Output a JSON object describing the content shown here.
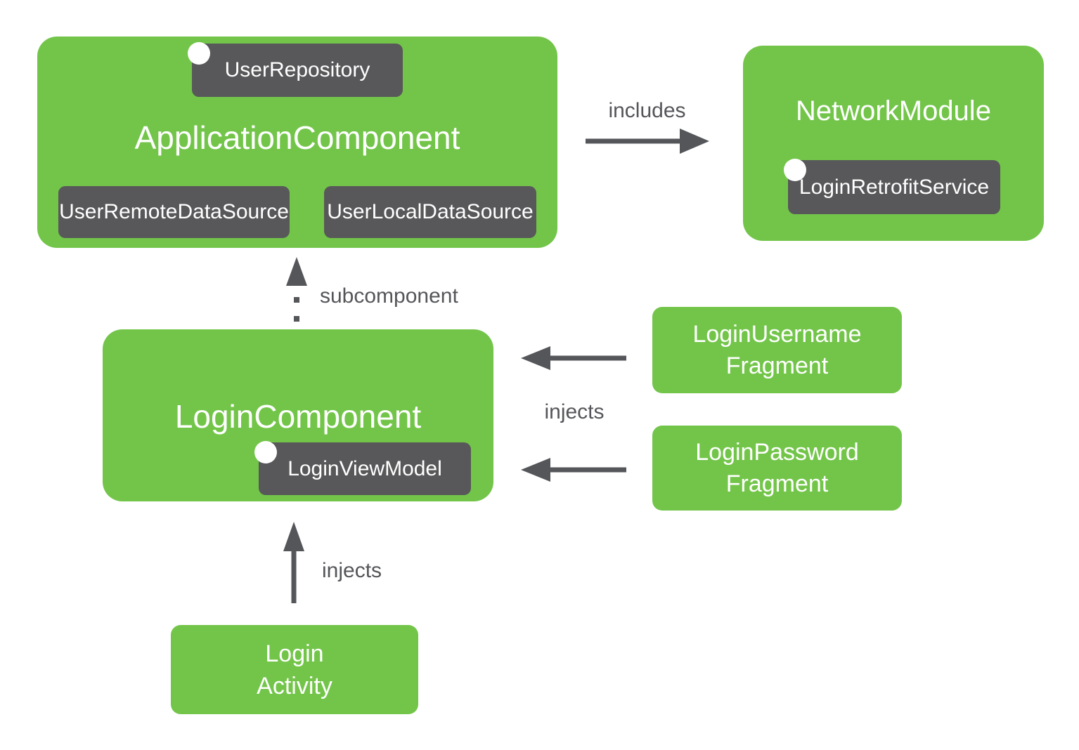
{
  "diagram": {
    "colors": {
      "component_green": "#73C54A",
      "badge_dark_gray": "#58585A",
      "arrow_gray": "#55565A",
      "dot_white": "#FFFFFF",
      "text_white": "#FFFFFF",
      "background": "#FFFFFF"
    },
    "nodes": {
      "application_component": {
        "label": "ApplicationComponent",
        "badges": {
          "user_repository": "UserRepository",
          "user_remote_data_source": "UserRemoteDataSource",
          "user_local_data_source": "UserLocalDataSource"
        }
      },
      "network_module": {
        "label": "NetworkModule",
        "badges": {
          "login_retrofit_service": "LoginRetrofitService"
        }
      },
      "login_component": {
        "label": "LoginComponent",
        "badges": {
          "login_view_model": "LoginViewModel"
        }
      },
      "login_username_fragment": {
        "line1": "LoginUsername",
        "line2": "Fragment"
      },
      "login_password_fragment": {
        "line1": "LoginPassword",
        "line2": "Fragment"
      },
      "login_activity": {
        "line1": "Login",
        "line2": "Activity"
      }
    },
    "edges": {
      "includes": {
        "label": "includes"
      },
      "subcomponent": {
        "label": "subcomponent"
      },
      "injects_fragments": {
        "label": "injects"
      },
      "injects_activity": {
        "label": "injects"
      }
    }
  }
}
